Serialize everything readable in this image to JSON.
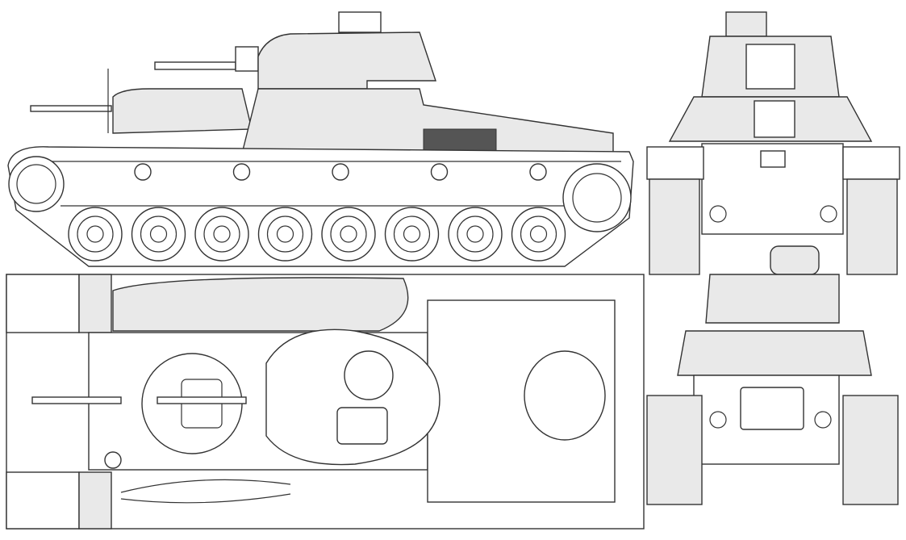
{
  "drawing": {
    "subject": "",
    "colors": {
      "line": "#333333",
      "paper": "#ffffff",
      "shade": "#e9e9e9",
      "dark": "#555555"
    },
    "side_view": {
      "road_wheels": 8,
      "return_rollers": 5,
      "turrets": 2
    },
    "front_view": {
      "turrets": 2
    },
    "rear_view": {
      "turrets": 2
    },
    "top_view": {
      "turrets": 2
    }
  }
}
